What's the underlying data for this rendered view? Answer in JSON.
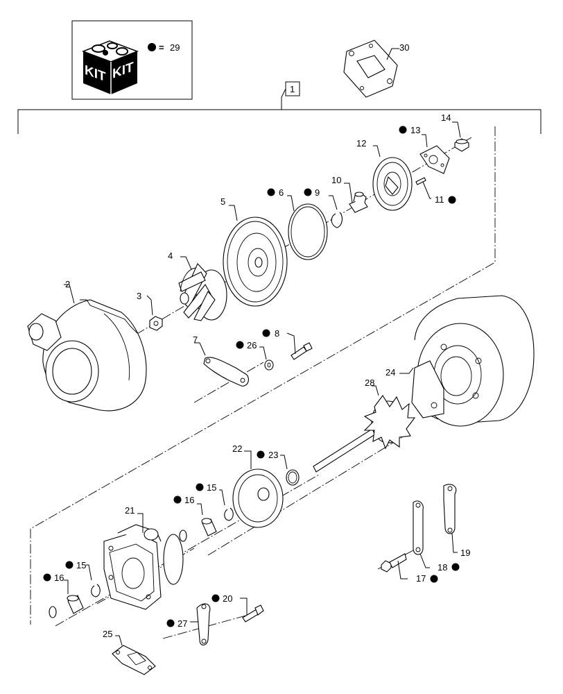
{
  "kit": {
    "box_label_left": "KIT",
    "box_label_right": "KIT",
    "legend_symbol": "filled-dot",
    "legend_equals": "=",
    "legend_value": "29"
  },
  "assembly_label": "1",
  "callouts": [
    {
      "id": "c2",
      "text": "2",
      "dot": false
    },
    {
      "id": "c3",
      "text": "3",
      "dot": false
    },
    {
      "id": "c4",
      "text": "4",
      "dot": false
    },
    {
      "id": "c5",
      "text": "5",
      "dot": false
    },
    {
      "id": "c6",
      "text": "6",
      "dot": true
    },
    {
      "id": "c7",
      "text": "7",
      "dot": false
    },
    {
      "id": "c8",
      "text": "8",
      "dot": true
    },
    {
      "id": "c9",
      "text": "9",
      "dot": true
    },
    {
      "id": "c10",
      "text": "10",
      "dot": false
    },
    {
      "id": "c11",
      "text": "11",
      "dot": true
    },
    {
      "id": "c12",
      "text": "12",
      "dot": false
    },
    {
      "id": "c13",
      "text": "13",
      "dot": true
    },
    {
      "id": "c14",
      "text": "14",
      "dot": false
    },
    {
      "id": "c15a",
      "text": "15",
      "dot": true
    },
    {
      "id": "c15b",
      "text": "15",
      "dot": true
    },
    {
      "id": "c16a",
      "text": "16",
      "dot": true
    },
    {
      "id": "c16b",
      "text": "16",
      "dot": true
    },
    {
      "id": "c17",
      "text": "17",
      "dot": true
    },
    {
      "id": "c18",
      "text": "18",
      "dot": true
    },
    {
      "id": "c19",
      "text": "19",
      "dot": false
    },
    {
      "id": "c20",
      "text": "20",
      "dot": true
    },
    {
      "id": "c21",
      "text": "21",
      "dot": false
    },
    {
      "id": "c22",
      "text": "22",
      "dot": false
    },
    {
      "id": "c23",
      "text": "23",
      "dot": true
    },
    {
      "id": "c24",
      "text": "24",
      "dot": false
    },
    {
      "id": "c25",
      "text": "25",
      "dot": false
    },
    {
      "id": "c26",
      "text": "26",
      "dot": true
    },
    {
      "id": "c27",
      "text": "27",
      "dot": true
    },
    {
      "id": "c28",
      "text": "28",
      "dot": false
    },
    {
      "id": "c30",
      "text": "30",
      "dot": false
    }
  ]
}
